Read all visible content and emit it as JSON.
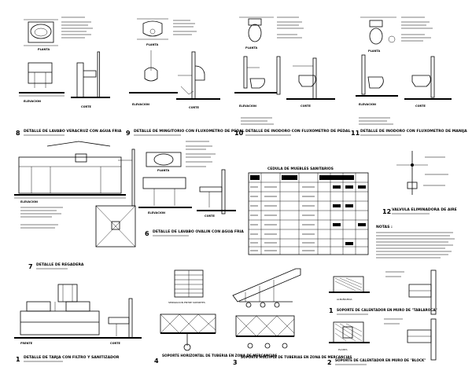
{
  "sheet": {
    "background": "#ffffff",
    "ink": "#000000"
  },
  "labels": {
    "planta": "PLANTA",
    "elevacion": "ELEVACION",
    "corte": "CORTE",
    "frente": "FRENTE"
  },
  "details": [
    {
      "num": "8",
      "title": "DETALLE DE LAVABO VERACRUZ CON AGUA FRIA"
    },
    {
      "num": "9",
      "title": "DETALLE DE MINGITORIO CON FLUXOMETRO DE PEDAL"
    },
    {
      "num": "10",
      "title": "DETALLE DE INODORO CON FLUXOMETRO DE PEDAL"
    },
    {
      "num": "11",
      "title": "DETALLE DE INODORO CON FLUXOMETRO DE MANIJA"
    },
    {
      "num": "6",
      "title": "DETALLE DE LAVABO OVALIN CON AGUA FRIA"
    },
    {
      "num": "12",
      "title": "VALVULA ELIMINADORA DE AIRE"
    },
    {
      "num": "7",
      "title": "DETALLE DE REGADERA"
    },
    {
      "num": "1",
      "title": "DETALLE DE TARJA CON FILTRO Y SANITIZADOR"
    },
    {
      "num": "4",
      "title": "SOPORTE HORIZONTAL DE TUBERIA EN ZONA DE MERCANCIAS"
    },
    {
      "num": "3",
      "title": "SOPORTE MULTIPLE DE TUBERIAS EN ZONA DE MERCANCIAS"
    },
    {
      "num": "1",
      "title": "SOPORTE DE CALENTADOR EN MURO DE \"TABLAROCA\""
    },
    {
      "num": "2",
      "title": "SOPORTE DE CALENTADOR EN MURO DE \"BLOCK\""
    }
  ],
  "table": {
    "title": "CEDULA DE MUEBLES SANITARIOS",
    "rows": 8,
    "cols": 9
  },
  "notes_title": "NOTAS :",
  "small_table_title": "SEPARACION ENTRE SOPORTES",
  "block_labels": {
    "albanileria": "ALBAÑILERIA",
    "planta": "PLANTA"
  }
}
